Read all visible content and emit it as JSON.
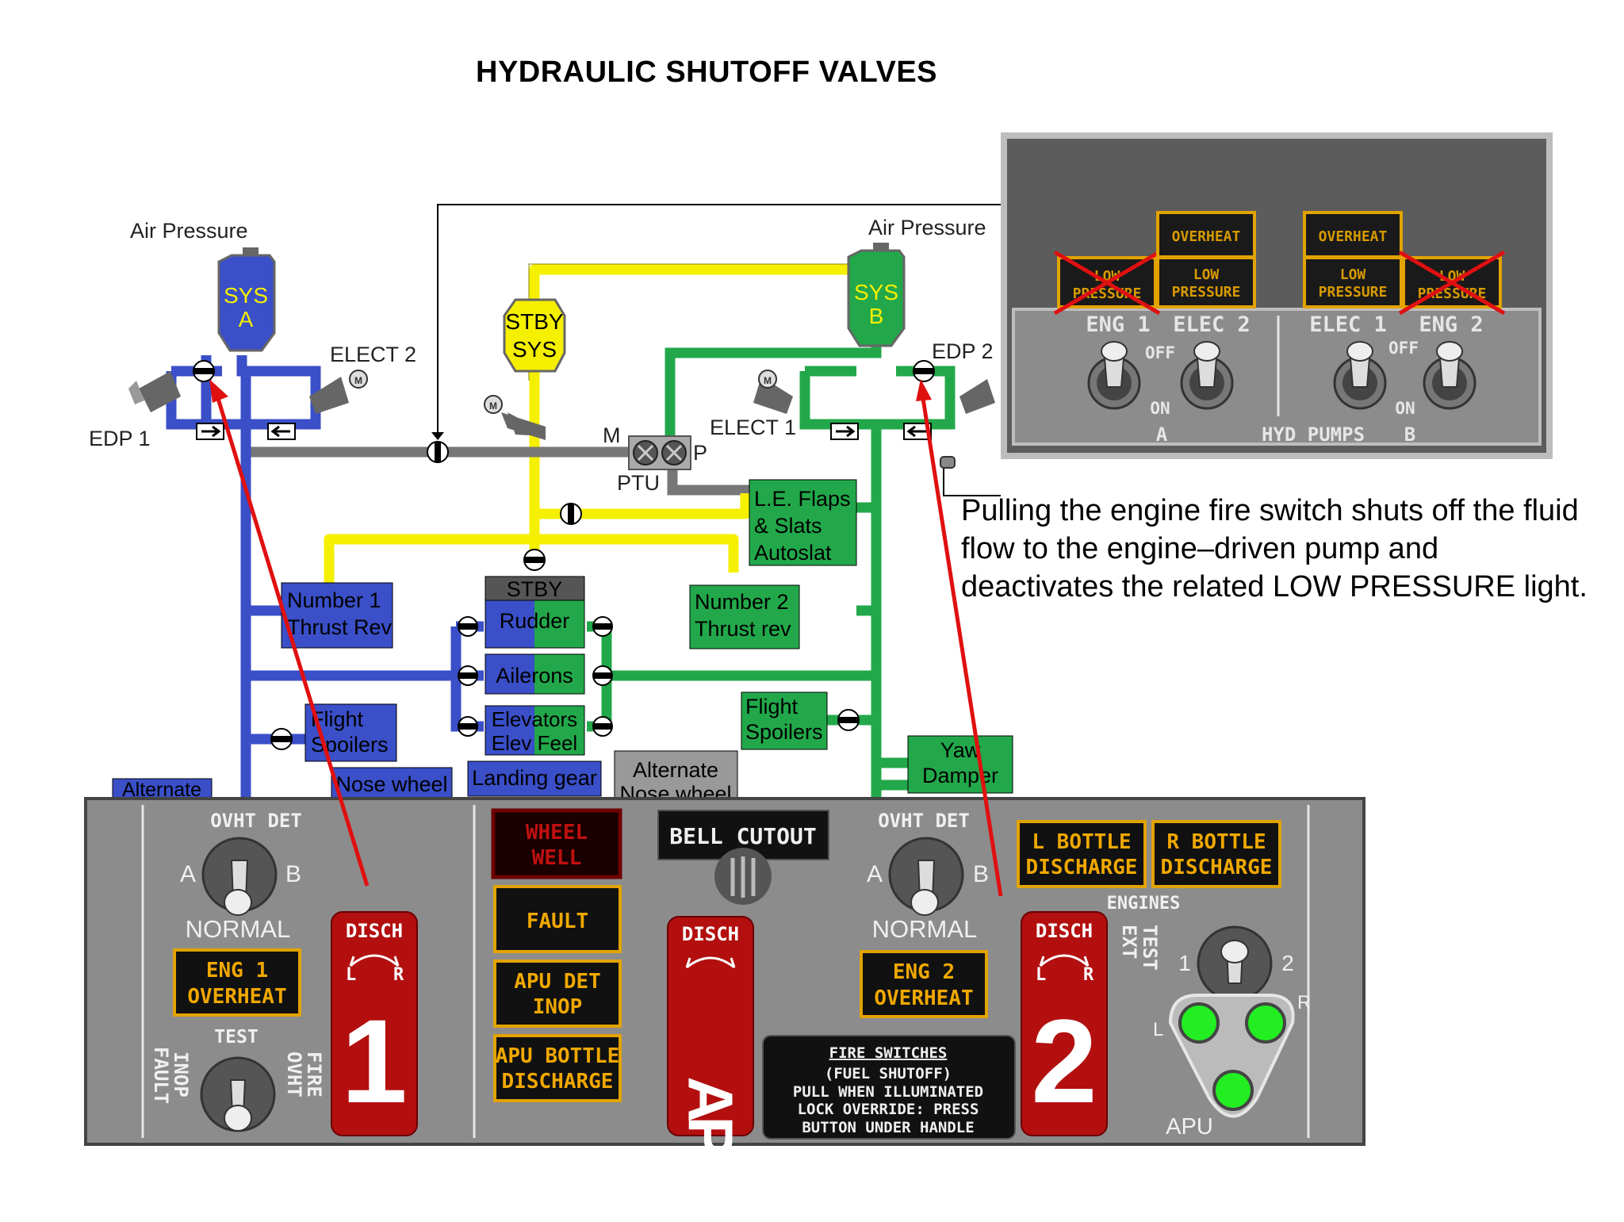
{
  "title": "HYDRAULIC SHUTOFF VALVES",
  "description": "Pulling the engine fire switch shuts off the fluid flow to the engine–driven pump and deactivates the related LOW PRESSURE light.",
  "colors": {
    "system_a": "#3a4fc8",
    "system_b": "#22a84a",
    "standby": "#f5ef00",
    "ptu_line": "#888888",
    "panel_gray": "#8c8c8c",
    "amber": "#f0a800",
    "fire_red": "#b30f0f",
    "arrow_red": "#e01010",
    "lamp_green": "#22ee22"
  },
  "schematic": {
    "air_pressure_left": "Air Pressure",
    "air_pressure_right": "Air Pressure",
    "sys_a_line1": "SYS",
    "sys_a_line2": "A",
    "sys_b_line1": "SYS",
    "sys_b_line2": "B",
    "stby_sys_line1": "STBY",
    "stby_sys_line2": "SYS",
    "elect2": "ELECT 2",
    "elect1": "ELECT 1",
    "edp1": "EDP 1",
    "edp2": "EDP 2",
    "ptu": "PTU",
    "ptu_m": "M",
    "ptu_p": "P",
    "motor_symbol": "M",
    "le_flaps": [
      "L.E. Flaps",
      "& Slats",
      "Autoslat"
    ],
    "number1_thrust": [
      "Number 1",
      "Thrust Rev"
    ],
    "number2_thrust": [
      "Number 2",
      "Thrust rev"
    ],
    "stby_label": "STBY",
    "rudder": "Rudder",
    "ailerons": "Ailerons",
    "elevators": [
      "Elevators",
      "Elev Feel"
    ],
    "flight_spoilers_left": [
      "Flight",
      "Spoilers"
    ],
    "flight_spoilers_right": [
      "Flight",
      "Spoilers"
    ],
    "yaw_damper": [
      "Yaw",
      "Damper"
    ],
    "landing_gear": "Landing gear",
    "nose_wheel": "Nose wheel",
    "alternate_left": "Alternate",
    "alternate_right": [
      "Alternate",
      "Nose wheel"
    ]
  },
  "hyd_panel": {
    "overheat": "OVERHEAT",
    "low": "LOW",
    "pressure": "PRESSURE",
    "eng1": "ENG 1",
    "elec2": "ELEC 2",
    "elec1": "ELEC 1",
    "eng2": "ENG 2",
    "off": "OFF",
    "on": "ON",
    "a": "A",
    "b": "B",
    "hyd_pumps": "HYD PUMPS"
  },
  "fire_panel": {
    "ovht_det": "OVHT DET",
    "a": "A",
    "b": "B",
    "normal": "NORMAL",
    "eng1_overheat": [
      "ENG 1",
      "OVERHEAT"
    ],
    "eng2_overheat": [
      "ENG 2",
      "OVERHEAT"
    ],
    "test": "TEST",
    "fault_inop_left": [
      "FAULT",
      "INOP"
    ],
    "ovht_fire_right": [
      "OVHT",
      "FIRE"
    ],
    "disch": "DISCH",
    "l": "L",
    "r": "R",
    "handle1": "1",
    "handle2": "2",
    "handle_apu": "APU",
    "wheel_well": [
      "WHEEL",
      "WELL"
    ],
    "fault": "FAULT",
    "apu_det_inop": [
      "APU DET",
      "INOP"
    ],
    "apu_bottle_discharge": [
      "APU BOTTLE",
      "DISCHARGE"
    ],
    "bell_cutout": "BELL CUTOUT",
    "l_bottle_discharge": [
      "L BOTTLE",
      "DISCHARGE"
    ],
    "r_bottle_discharge": [
      "R BOTTLE",
      "DISCHARGE"
    ],
    "engines": "ENGINES",
    "ext_test": [
      "EXT",
      "TEST"
    ],
    "eng_1": "1",
    "eng_2": "2",
    "apu_label": "APU",
    "fire_switches": "FIRE SWITCHES",
    "fire_switches_notes": [
      "(FUEL SHUTOFF)",
      "PULL WHEN ILLUMINATED",
      "LOCK OVERRIDE: PRESS",
      "BUTTON UNDER HANDLE"
    ]
  }
}
